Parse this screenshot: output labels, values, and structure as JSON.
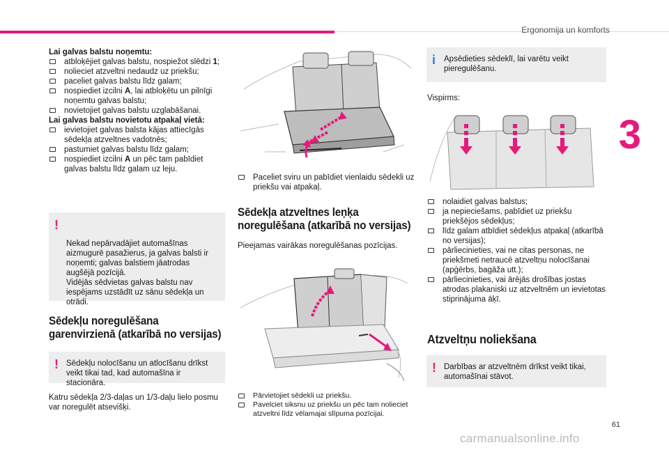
{
  "header": {
    "title": "Ergonomija un komforts"
  },
  "chapter": "3",
  "page_number": "61",
  "watermark": "carmanualsonline.info",
  "col1": {
    "remove_title": "Lai galvas balstu noņemtu:",
    "remove_steps": [
      "atbloķējiet galvas balstu, nospiežot slēdzi 1;",
      "nolieciet atzveltni nedaudz uz priekšu;",
      "paceliet galvas balstu līdz galam;",
      "nospiediet izcilni A, lai atbloķētu un pilnīgi noņemtu galvas balstu;",
      "novietojiet galvas balstu uzglabāšanai."
    ],
    "install_title": "Lai galvas balstu novietotu atpakaļ vietā:",
    "install_steps": [
      "ievietojiet galvas balsta kājas attiecīgās sēdekļa atzveltnes vadotnēs;",
      "pastumiet galvas balstu līdz galam;",
      "nospiediet izcilni A un pēc tam pabīdiet galvas balstu līdz galam uz leju."
    ],
    "warning1": "Nekad nepārvadājiet automašīnas aizmugurē pasažierus, ja galvas balsti ir noņemti; galvas balstiem jāatrodas augšējā pozīcijā.\nVidējās sēdvietas galvas balstu nav iespējams uzstādīt uz sānu sēdekļa un otrādi.",
    "section_title": "Sēdekļu noregulēšana garenvirzienā (atkarībā no versijas)",
    "warning2": "Sēdekļu nolocīšanu un atlocīšanu drīkst veikt tikai tad, kad automašīna ir stacionāra.",
    "paragraph": "Katru sēdekļa 2/3-daļas un 1/3-daļu lielo posmu var noregulēt atsevišķi."
  },
  "col2": {
    "fig1_caption": "Paceliet sviru un pabīdiet vienlaidu sēdekli uz priekšu vai atpakaļ.",
    "section_title": "Sēdekļa atzveltnes leņķa noregulēšana (atkarībā no versijas)",
    "paragraph": "Pieejamas vairākas noregulēšanas pozīcijas.",
    "fig2_steps": [
      "Pārvietojiet sēdekli uz priekšu.",
      "Pavelciet siksnu uz priekšu un pēc tam nolieciet atzveltni līdz vēlamajai slīpuma pozīcijai."
    ]
  },
  "col3": {
    "info": "Apsēdieties sēdeklī, lai varētu veikt pieregulēšanu.",
    "first": "Vispirms:",
    "steps": [
      "nolaidiet galvas balstus;",
      "ja nepieciešams, pabīdiet uz priekšu priekšējos sēdekļus;",
      "līdz galam atbīdiet sēdekļus atpakaļ (atkarībā no versijas);",
      "pārliecinieties, vai ne citas personas, ne priekšmeti netraucē atzveltņu nolocīšanai (apģērbs, bagāža utt.);",
      "pārliecinieties, vai ārējās drošības jostas atrodas plakaniski uz atzveltnēm un ievietotas stiprinājuma āķī."
    ],
    "section_title": "Atzveltņu noliekšana",
    "warning": "Darbības ar atzveltnēm drīkst veikt tikai, automašīnai stāvot."
  },
  "colors": {
    "accent": "#e6197d",
    "info": "#2a7fd4",
    "box": "#ededed"
  }
}
